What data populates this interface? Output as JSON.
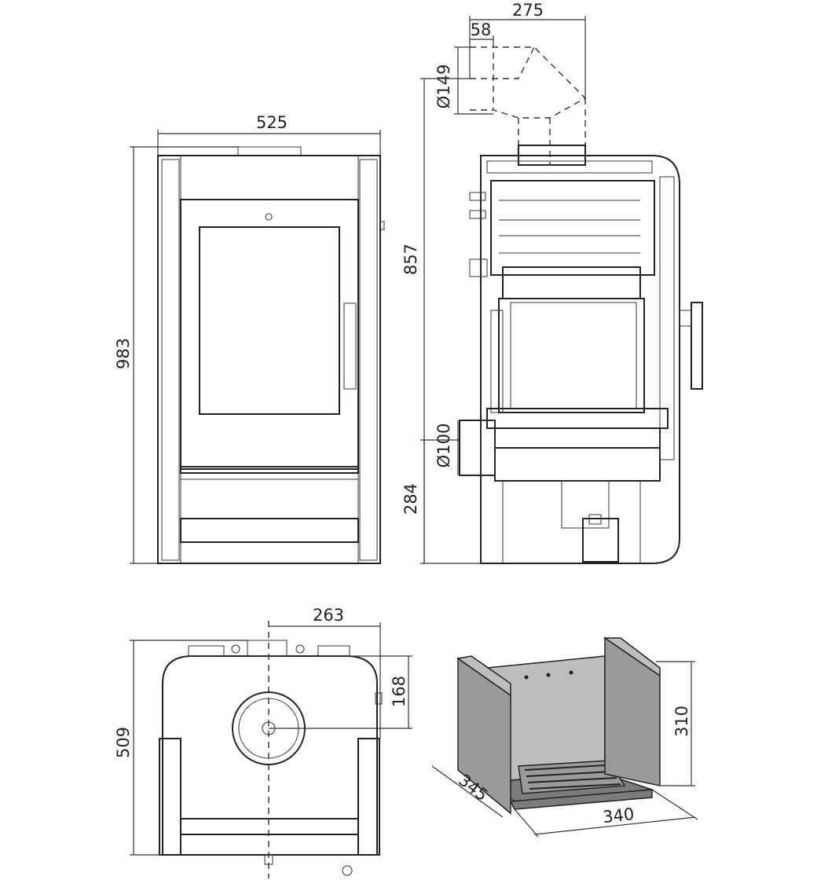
{
  "front_view": {
    "width_label": "525",
    "height_label": "983"
  },
  "side_view": {
    "flue_offset_label": "275",
    "flue_inner_label": "58",
    "flue_diameter_label": "Ø149",
    "flue_height_label": "857",
    "air_inlet_diameter_label": "Ø100",
    "air_inlet_height_label": "284"
  },
  "top_view": {
    "flue_x_label": "263",
    "flue_y_label": "168",
    "depth_label": "509"
  },
  "firebox_view": {
    "height_label": "310",
    "depth_label": "345",
    "width_label": "340"
  },
  "colors": {
    "line": "#222222",
    "firebox_gray": "#9a9a9a"
  }
}
